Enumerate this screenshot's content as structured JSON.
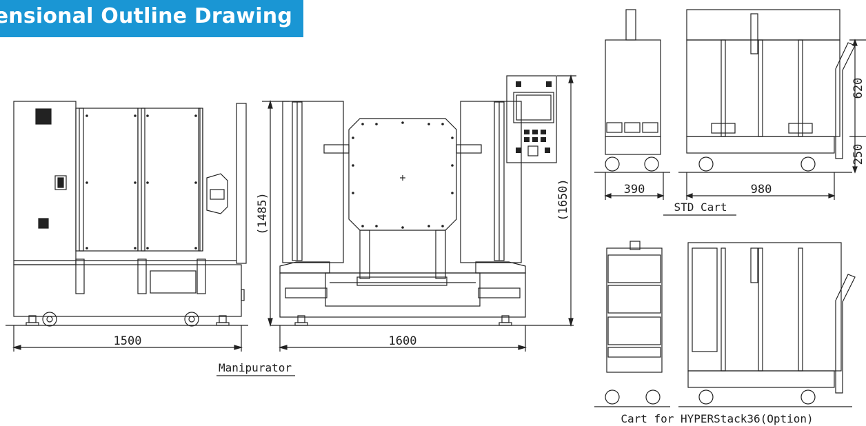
{
  "banner": {
    "title": "ensional Outline Drawing"
  },
  "manipurator": {
    "caption": "Manipurator",
    "dims": {
      "width_side": "1500",
      "width_front": "1600",
      "height_arm": "(1485)",
      "height_total": "(1650)"
    }
  },
  "std_cart": {
    "caption": "STD Cart",
    "dims": {
      "depth": "390",
      "width": "980",
      "height_upper": "620",
      "height_lower": "250"
    }
  },
  "option_cart": {
    "caption": "Cart for HYPERStack36(Option)"
  },
  "colors": {
    "banner": "#1a96d4",
    "line": "#222222"
  }
}
